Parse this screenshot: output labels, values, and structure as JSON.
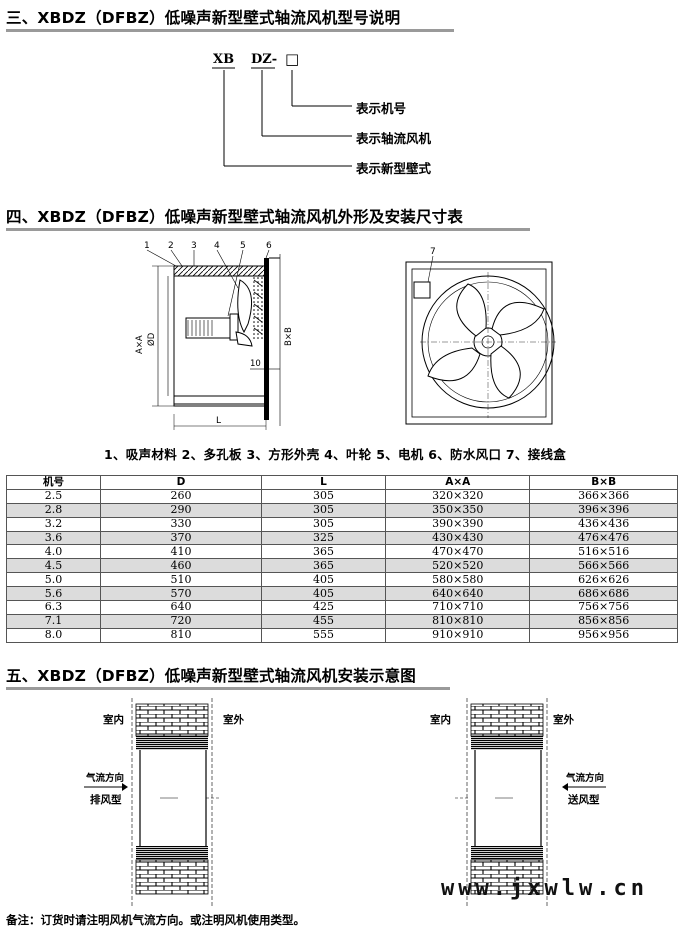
{
  "section3": {
    "title": "三、XBDZ（DFBZ）低噪声新型壁式轴流风机型号说明",
    "code_xb": "XB",
    "code_dz": "DZ-",
    "code_box": "□",
    "desc_number": "表示机号",
    "desc_axial": "表示轴流风机",
    "desc_wall": "表示新型壁式"
  },
  "section4": {
    "title": "四、XBDZ（DFBZ）低噪声新型壁式轴流风机外形及安装尺寸表",
    "part_numbers": [
      "1",
      "2",
      "3",
      "4",
      "5",
      "6",
      "7"
    ],
    "dim_axa": "A×A",
    "dim_d": "ØD",
    "dim_bxb": "B×B",
    "dim_10": "10",
    "dim_l": "L",
    "legend": "1、吸声材料  2、多孔板  3、方形外壳  4、叶轮  5、电机  6、防水风口  7、接线盒"
  },
  "table": {
    "headers": [
      "机号",
      "D",
      "L",
      "A×A",
      "B×B"
    ],
    "rows": [
      [
        "2.5",
        "260",
        "305",
        "320×320",
        "366×366"
      ],
      [
        "2.8",
        "290",
        "305",
        "350×350",
        "396×396"
      ],
      [
        "3.2",
        "330",
        "305",
        "390×390",
        "436×436"
      ],
      [
        "3.6",
        "370",
        "325",
        "430×430",
        "476×476"
      ],
      [
        "4.0",
        "410",
        "365",
        "470×470",
        "516×516"
      ],
      [
        "4.5",
        "460",
        "365",
        "520×520",
        "566×566"
      ],
      [
        "5.0",
        "510",
        "405",
        "580×580",
        "626×626"
      ],
      [
        "5.6",
        "570",
        "405",
        "640×640",
        "686×686"
      ],
      [
        "6.3",
        "640",
        "425",
        "710×710",
        "756×756"
      ],
      [
        "7.1",
        "720",
        "455",
        "810×810",
        "856×856"
      ],
      [
        "8.0",
        "810",
        "555",
        "910×910",
        "956×956"
      ]
    ]
  },
  "section5": {
    "title": "五、XBDZ（DFBZ）低噪声新型壁式轴流风机安装示意图",
    "left": {
      "indoor": "室内",
      "outdoor": "室外",
      "flow": "气流方向",
      "type": "排风型"
    },
    "right": {
      "indoor": "室内",
      "outdoor": "室外",
      "flow": "气流方向",
      "type": "送风型"
    }
  },
  "watermark": "www.jxwlw.cn",
  "note": "备注：订货时请注明风机气流方向。或注明风机使用类型。"
}
